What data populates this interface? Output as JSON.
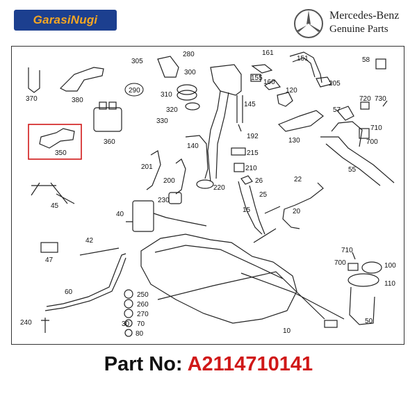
{
  "header": {
    "brand_text": "GarasiNugi",
    "brand_logo": "mercedes-benz-star-logo",
    "brand_name": "Mercedes-Benz",
    "brand_subtitle": "Genuine Parts",
    "badge_color": "#1c3f8f",
    "badge_text_color": "#f5a623"
  },
  "diagram": {
    "highlight_color": "#d01818",
    "highlighted_part": "350",
    "callouts": [
      "370",
      "380",
      "305",
      "290",
      "310",
      "320",
      "330",
      "280",
      "300",
      "161",
      "151",
      "155",
      "160",
      "205",
      "58",
      "360",
      "145",
      "192",
      "120",
      "57",
      "720",
      "730",
      "710",
      "700",
      "350",
      "130",
      "140",
      "215",
      "210",
      "26",
      "201",
      "200",
      "220",
      "22",
      "55",
      "25",
      "15",
      "20",
      "45",
      "230",
      "40",
      "42",
      "47",
      "710",
      "700",
      "100",
      "110",
      "60",
      "250",
      "260",
      "270",
      "30",
      "70",
      "80",
      "240",
      "10",
      "50"
    ]
  },
  "footer": {
    "part_label": "Part No:",
    "part_number": "A2114710141",
    "part_number_color": "#d01818"
  }
}
